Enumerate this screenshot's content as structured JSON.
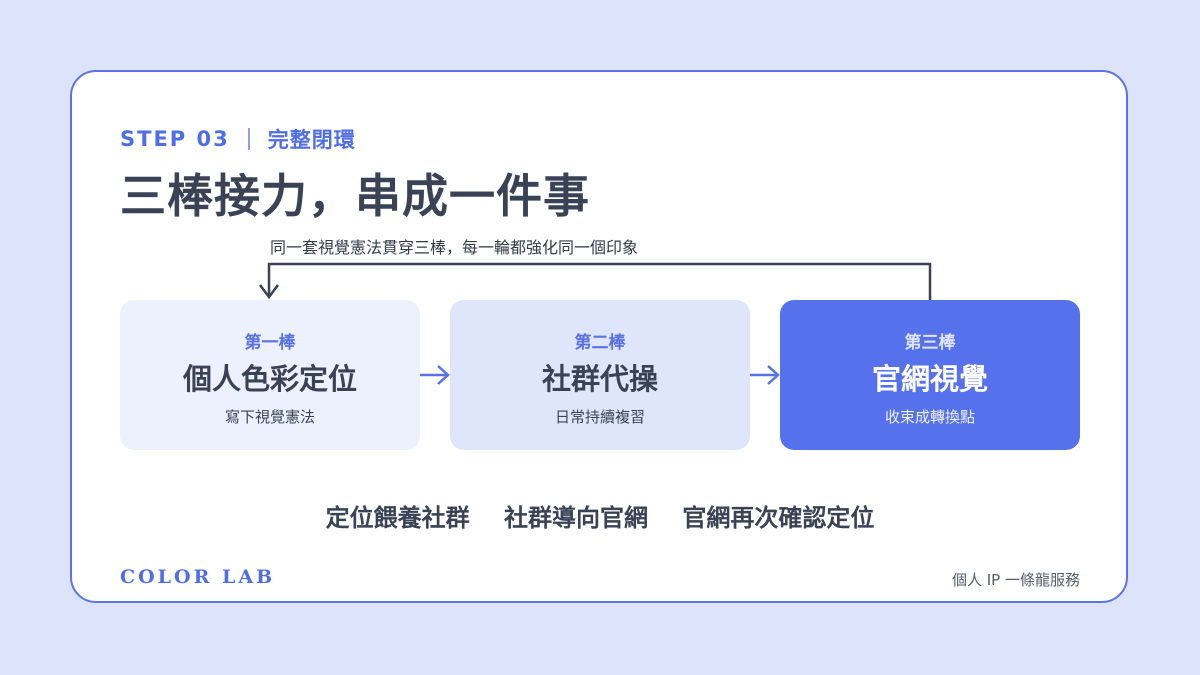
{
  "header": {
    "step_number": "STEP 03",
    "step_title": "完整閉環",
    "title": "三棒接力，串成一件事"
  },
  "loop": {
    "caption": "同一套視覺憲法貫穿三棒，每一輪都強化同一個印象"
  },
  "steps": [
    {
      "label": "第一棒",
      "title": "個人色彩定位",
      "subtitle": "寫下視覺憲法"
    },
    {
      "label": "第二棒",
      "title": "社群代操",
      "subtitle": "日常持續複習"
    },
    {
      "label": "第三棒",
      "title": "官網視覺",
      "subtitle": "收束成轉換點"
    }
  ],
  "summary": [
    "定位餵養社群",
    "社群導向官網",
    "官網再次確認定位"
  ],
  "footer": {
    "brand": "COLOR LAB",
    "note": "個人 IP 一條龍服務"
  },
  "colors": {
    "background": "#dce3fb",
    "accent": "#4f6de6",
    "highlight_box": "#5571eb",
    "text_dark": "#3a4356"
  }
}
